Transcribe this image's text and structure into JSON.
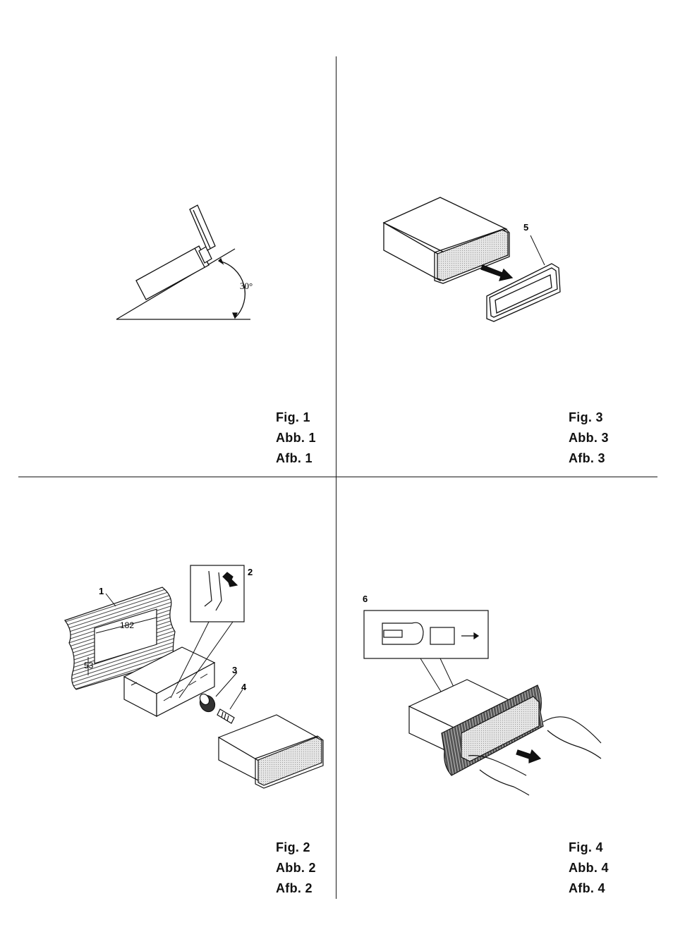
{
  "figures": [
    {
      "fig": "Fig. 1",
      "abb": "Abb. 1",
      "afb": "Afb. 1",
      "angle_label": "30°"
    },
    {
      "fig": "Fig. 2",
      "abb": "Abb. 2",
      "afb": "Afb. 2",
      "callouts": [
        "1",
        "2",
        "3",
        "4"
      ],
      "dimensions": [
        "182",
        "53"
      ]
    },
    {
      "fig": "Fig. 3",
      "abb": "Abb. 3",
      "afb": "Afb. 3",
      "callouts": [
        "5"
      ]
    },
    {
      "fig": "Fig. 4",
      "abb": "Abb. 4",
      "afb": "Afb. 4",
      "callouts": [
        "6"
      ]
    }
  ]
}
